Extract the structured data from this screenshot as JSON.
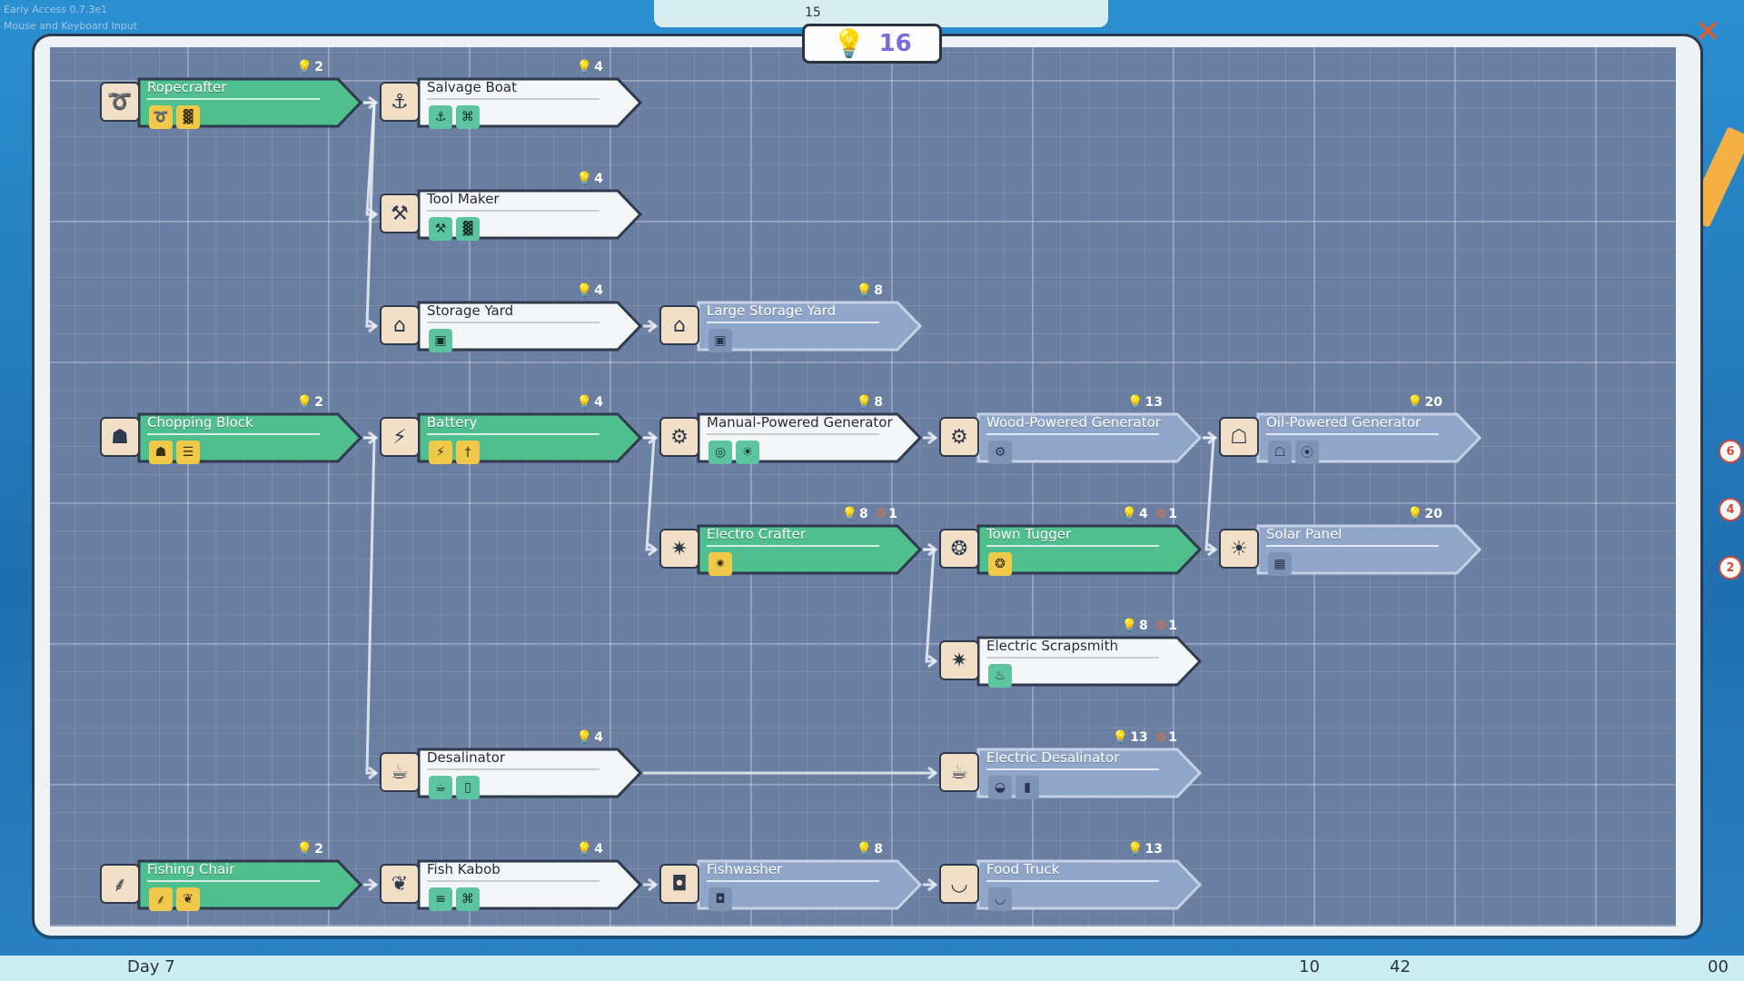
{
  "hud": {
    "version_line": "Early Access 0.7.3e1",
    "input_line": "Mouse and Keyboard Input",
    "research_points": "16",
    "day_label": "Day 7",
    "bottom_count_1": "10",
    "bottom_count_2": "42",
    "bottom_count_3": "00",
    "top_value": "15",
    "side_badges": [
      "6",
      "4",
      "2"
    ]
  },
  "colors": {
    "researched": "#4fbf8e",
    "available": "#f4f6f8",
    "locked": "#8fa6c8",
    "board": "#6b7fa3",
    "point_accent": "#7a6ad8"
  },
  "nodes": [
    {
      "id": "ropecrafter",
      "name": "Ropecrafter",
      "state": "researched",
      "cost": "2",
      "gear": "",
      "reqs": [
        "rope-icon",
        "fence-icon"
      ]
    },
    {
      "id": "salvage-boat",
      "name": "Salvage Boat",
      "state": "available",
      "cost": "4",
      "gear": "",
      "reqs": [
        "hook-icon",
        "net-icon"
      ]
    },
    {
      "id": "tool-maker",
      "name": "Tool Maker",
      "state": "available",
      "cost": "4",
      "gear": "",
      "reqs": [
        "tools-icon",
        "fence-icon"
      ]
    },
    {
      "id": "storage-yard",
      "name": "Storage Yard",
      "state": "available",
      "cost": "4",
      "gear": "",
      "reqs": [
        "crate-icon"
      ]
    },
    {
      "id": "large-storage-yard",
      "name": "Large Storage Yard",
      "state": "locked",
      "cost": "8",
      "gear": "",
      "reqs": [
        "crate-icon"
      ]
    },
    {
      "id": "chopping-block",
      "name": "Chopping Block",
      "state": "researched",
      "cost": "2",
      "gear": "",
      "reqs": [
        "stump-icon",
        "plank-icon"
      ]
    },
    {
      "id": "battery",
      "name": "Battery",
      "state": "researched",
      "cost": "4",
      "gear": "",
      "reqs": [
        "battery-icon",
        "pole-icon"
      ]
    },
    {
      "id": "manual-powered-generator",
      "name": "Manual-Powered Generator",
      "state": "available",
      "cost": "8",
      "gear": "",
      "reqs": [
        "bike-icon",
        "bulb-icon"
      ]
    },
    {
      "id": "wood-powered-generator",
      "name": "Wood-Powered Generator",
      "state": "locked",
      "cost": "13",
      "gear": "",
      "reqs": [
        "cog-icon"
      ]
    },
    {
      "id": "oil-powered-generator",
      "name": "Oil-Powered Generator",
      "state": "locked",
      "cost": "20",
      "gear": "",
      "reqs": [
        "pump-icon",
        "valve-icon"
      ]
    },
    {
      "id": "electro-crafter",
      "name": "Electro Crafter",
      "state": "researched",
      "cost": "8",
      "gear": "1",
      "reqs": [
        "spark-icon"
      ]
    },
    {
      "id": "town-tugger",
      "name": "Town Tugger",
      "state": "researched",
      "cost": "4",
      "gear": "1",
      "reqs": [
        "motor-icon"
      ]
    },
    {
      "id": "solar-panel",
      "name": "Solar Panel",
      "state": "locked",
      "cost": "20",
      "gear": "",
      "reqs": [
        "panel-icon"
      ]
    },
    {
      "id": "electric-scrapsmith",
      "name": "Electric Scrapsmith",
      "state": "available",
      "cost": "8",
      "gear": "1",
      "reqs": [
        "scrap-icon"
      ]
    },
    {
      "id": "desalinator",
      "name": "Desalinator",
      "state": "available",
      "cost": "4",
      "gear": "",
      "reqs": [
        "pot-icon",
        "bottle-icon"
      ]
    },
    {
      "id": "electric-desalinator",
      "name": "Electric Desalinator",
      "state": "locked",
      "cost": "13",
      "gear": "1",
      "reqs": [
        "kettle-icon",
        "barrel-icon"
      ]
    },
    {
      "id": "fishing-chair",
      "name": "Fishing Chair",
      "state": "researched",
      "cost": "2",
      "gear": "",
      "reqs": [
        "rod-icon",
        "bait-icon"
      ]
    },
    {
      "id": "fish-kabob",
      "name": "Fish Kabob",
      "state": "available",
      "cost": "4",
      "gear": "",
      "reqs": [
        "grill-icon",
        "net-icon"
      ]
    },
    {
      "id": "fishwasher",
      "name": "Fishwasher",
      "state": "locked",
      "cost": "8",
      "gear": "",
      "reqs": [
        "washer-icon"
      ]
    },
    {
      "id": "food-truck",
      "name": "Food Truck",
      "state": "locked",
      "cost": "13",
      "gear": "",
      "reqs": [
        "bowl-icon"
      ]
    }
  ]
}
